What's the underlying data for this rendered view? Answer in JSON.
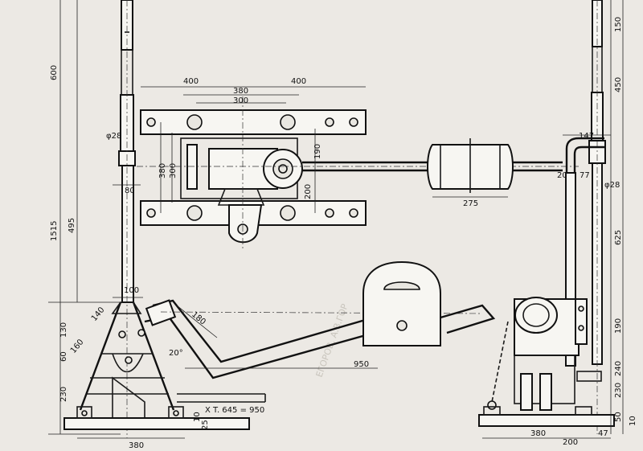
{
  "drawing": {
    "paper_color": "#ece9e4",
    "ink_color": "#111111",
    "dimensions": {
      "left_top_600": "600",
      "left_1515": "1515",
      "left_495": "495",
      "left_130": "130",
      "left_60": "60",
      "left_230": "230",
      "left_10": "10",
      "left_25": "25",
      "left_diam28": "φ28",
      "left_80": "80",
      "left_100": "100",
      "left_140": "140",
      "left_160": "160",
      "left_angle": "20°",
      "left_base_380": "380",
      "top_400_left": "400",
      "top_400_right": "400",
      "top_380": "380",
      "top_300": "300",
      "plan_380": "380",
      "plan_300": "300",
      "plan_190": "190",
      "plan_200": "200",
      "arm_180": "180",
      "arm_950": "950",
      "arm_note": "X T. 645 = 950",
      "weight_275": "275",
      "right_147": "147",
      "right_20": "20",
      "right_77": "77",
      "right_diam28": "φ28",
      "right_150": "150",
      "right_450": "450",
      "right_625": "625",
      "right_190": "190",
      "right_240": "240",
      "right_230": "230",
      "right_50": "50",
      "right_10": "10",
      "right_base_380": "380",
      "right_base_200": "200",
      "right_47": "47",
      "ghost_text": "ЕГОРОВ, А.В.ГОР"
    }
  }
}
